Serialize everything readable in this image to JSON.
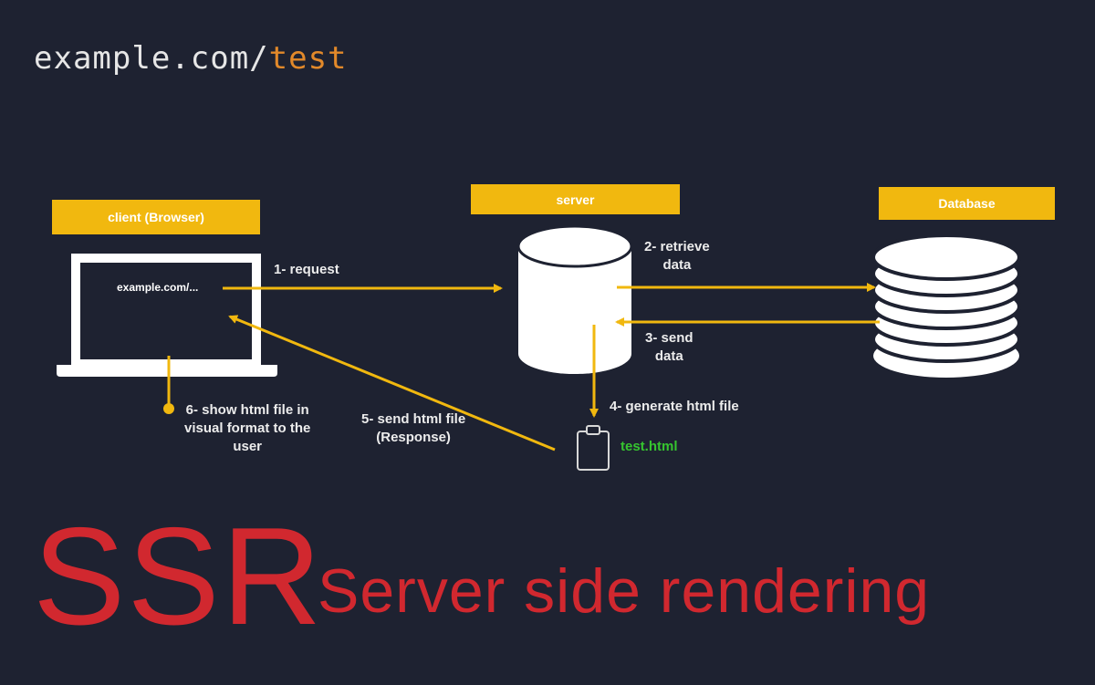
{
  "header": {
    "url_domain": "example.com/",
    "url_path": "test"
  },
  "nodes": {
    "client_label": "client (Browser)",
    "server_label": "server",
    "database_label": "Database",
    "laptop_url": "example.com/..."
  },
  "steps": {
    "step1": "1- request",
    "step2_line1": "2- retrieve",
    "step2_line2": "data",
    "step3_line1": "3- send",
    "step3_line2": "data",
    "step4": "4- generate html file",
    "step5_line1": "5- send html file",
    "step5_line2": "(Response)",
    "step6_line1": "6- show html file in",
    "step6_line2": "visual format to the",
    "step6_line3": "user"
  },
  "file": {
    "name": "test.html"
  },
  "footer": {
    "acronym": "SSR",
    "title": "Server side rendering"
  },
  "colors": {
    "background": "#1e2231",
    "label_box": "#f1b80f",
    "arrow": "#f1b80f",
    "accent_path": "#e2892a",
    "file_name": "#36c52f",
    "ssr_red": "#d1282f"
  },
  "icons": [
    "laptop-icon",
    "server-cylinder-icon",
    "database-stack-icon",
    "clipboard-file-icon"
  ]
}
